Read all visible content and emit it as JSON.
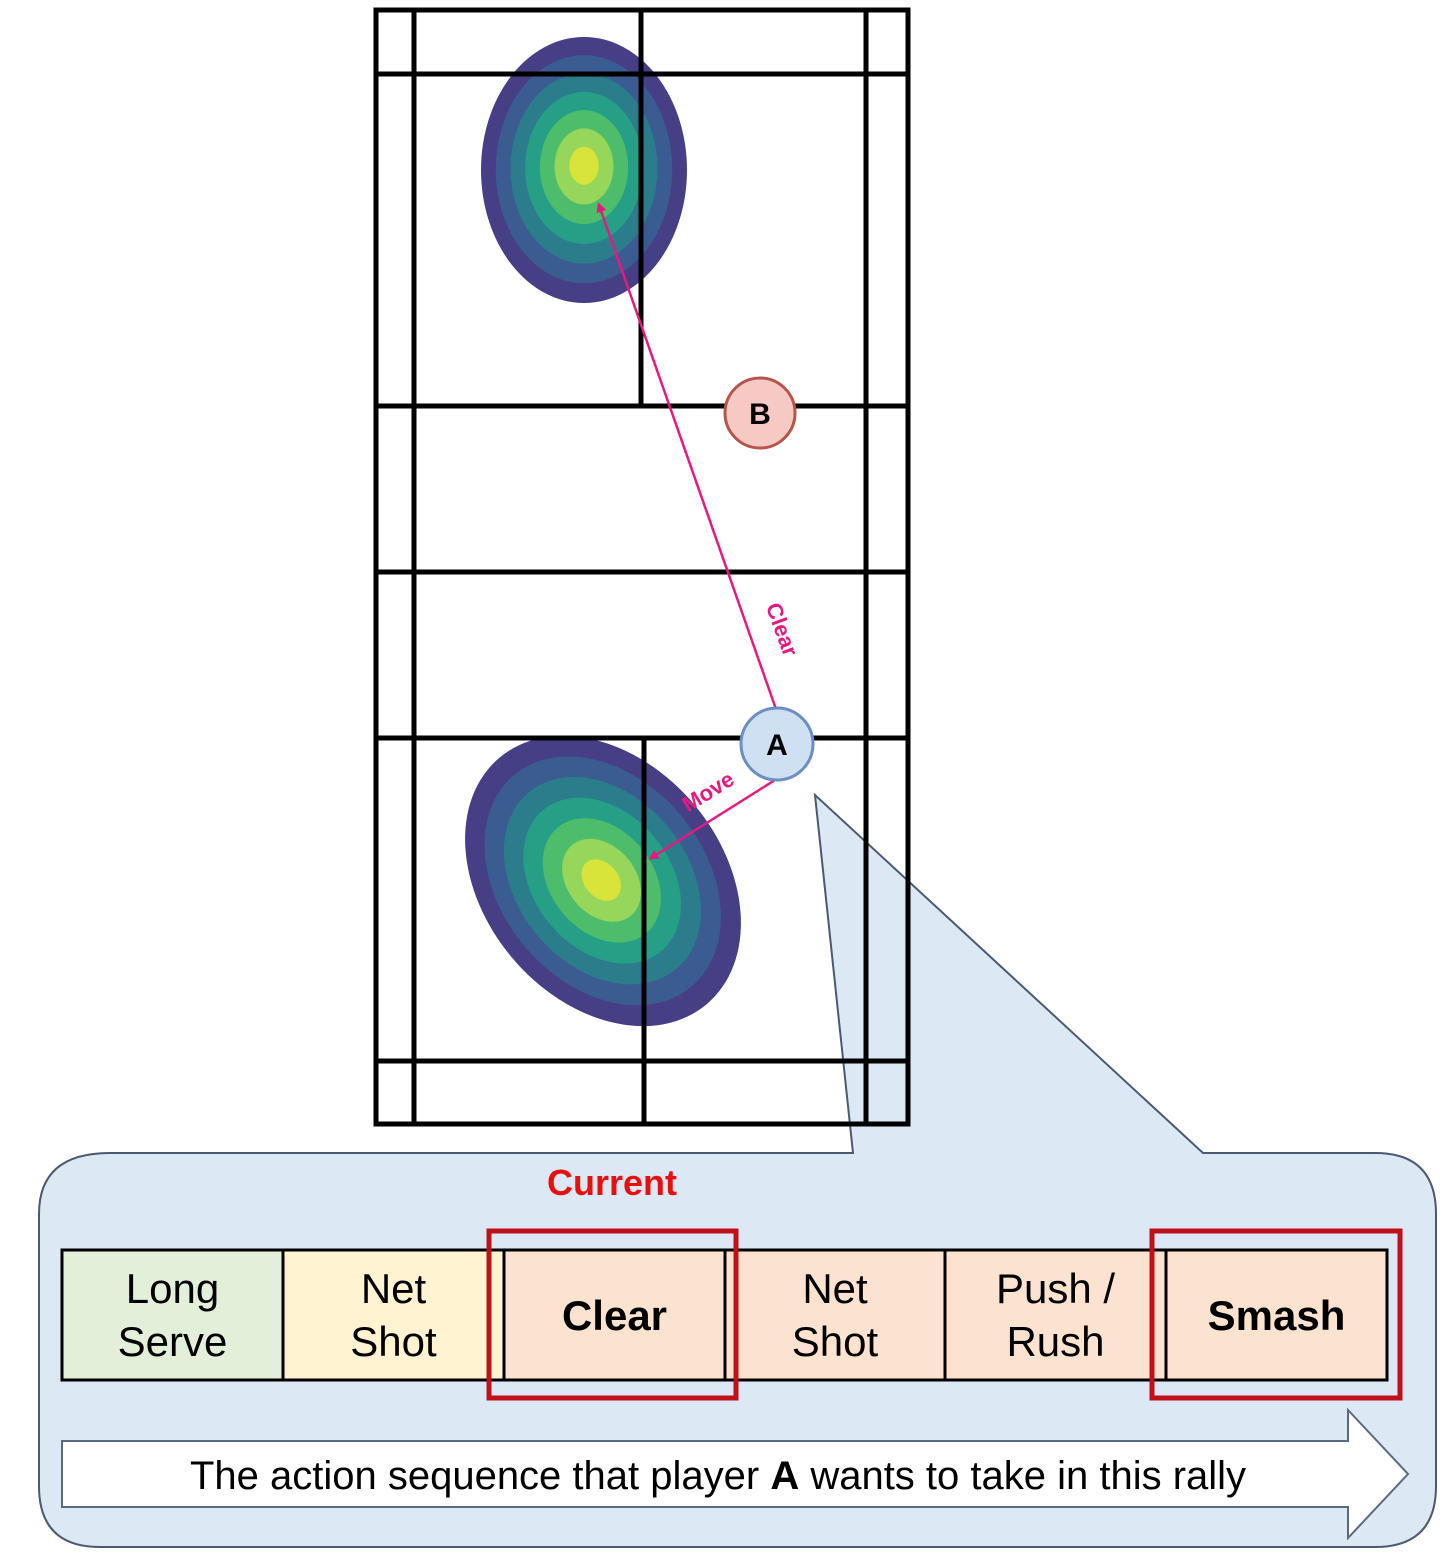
{
  "court": {
    "players": [
      {
        "id": "B",
        "label": "B",
        "fill": "#f6c9c4",
        "stroke": "#b5554c"
      },
      {
        "id": "A",
        "label": "A",
        "fill": "#cfe0f3",
        "stroke": "#6a8fc0"
      }
    ],
    "arrows": [
      {
        "label": "Clear",
        "color": "#e6197f"
      },
      {
        "label": "Move",
        "color": "#e6197f"
      }
    ],
    "heatmap_colors": [
      "#463f86",
      "#3a5c91",
      "#2b7d8c",
      "#25a086",
      "#4dbd6c",
      "#96d65a",
      "#d9e43a"
    ]
  },
  "panel": {
    "current_label": "Current",
    "current_color": "#e8100f",
    "highlight_color": "#c0101a",
    "background": "#dde8f5",
    "sequence": [
      {
        "line1": "Long",
        "line2": "Serve",
        "fill": "#e2efd9",
        "bold": false
      },
      {
        "line1": "Net",
        "line2": "Shot",
        "fill": "#fff3d1",
        "bold": false
      },
      {
        "line1": "Clear",
        "line2": "",
        "fill": "#fce3cf",
        "bold": true
      },
      {
        "line1": "Net",
        "line2": "Shot",
        "fill": "#fce3cf",
        "bold": false
      },
      {
        "line1": "Push /",
        "line2": "Rush",
        "fill": "#fce3cf",
        "bold": false
      },
      {
        "line1": "Smash",
        "line2": "",
        "fill": "#fce3cf",
        "bold": true
      }
    ],
    "caption": {
      "before": "The action sequence that player ",
      "bold": "A",
      "after": " wants to take in this rally"
    }
  }
}
